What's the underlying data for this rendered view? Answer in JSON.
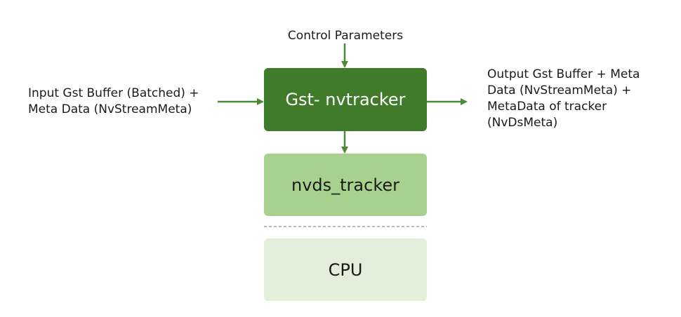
{
  "labels": {
    "control": "Control Parameters",
    "input_line1": "Input Gst Buffer (Batched) +",
    "input_line2": "Meta Data (NvStreamMeta)",
    "output_line1": "Output Gst Buffer + Meta",
    "output_line2": "Data (NvStreamMeta) +",
    "output_line3": "MetaData of tracker",
    "output_line4": "(NvDsMeta)"
  },
  "boxes": {
    "gst": "Gst- nvtracker",
    "nvds": "nvds_tracker",
    "cpu": "CPU"
  },
  "colors": {
    "arrow": "#4e8a35",
    "gst_fill": "#3f7b2a",
    "nvds_fill": "#a9d18e",
    "cpu_fill": "#e2efda",
    "divider": "#8c8c8c"
  }
}
